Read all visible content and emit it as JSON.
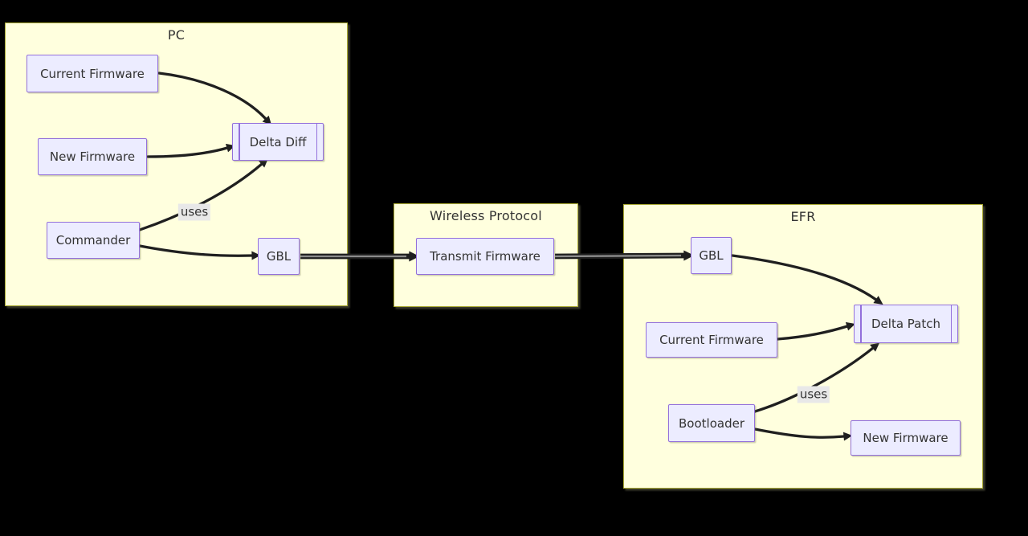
{
  "colors": {
    "background": "#000000",
    "container_fill": "#FFFFDE",
    "container_border": "#AAAA33",
    "node_fill": "#ECECFF",
    "node_border": "#9370DB",
    "edge": "#1F1F1F",
    "edge_core": "#8C8C8C",
    "label_bg": "#E8E8E8",
    "text": "#333333"
  },
  "containers": {
    "pc": {
      "title": "PC"
    },
    "wireless": {
      "title": "Wireless Protocol"
    },
    "efr": {
      "title": "EFR"
    }
  },
  "nodes": {
    "pc_current_firmware": {
      "label": "Current Firmware"
    },
    "pc_new_firmware": {
      "label": "New Firmware"
    },
    "pc_delta_diff": {
      "label": "Delta Diff"
    },
    "pc_commander": {
      "label": "Commander"
    },
    "pc_gbl": {
      "label": "GBL"
    },
    "wp_transmit_firmware": {
      "label": "Transmit Firmware"
    },
    "efr_gbl": {
      "label": "GBL"
    },
    "efr_delta_patch": {
      "label": "Delta Patch"
    },
    "efr_current_firmware": {
      "label": "Current Firmware"
    },
    "efr_bootloader": {
      "label": "Bootloader"
    },
    "efr_new_firmware": {
      "label": "New Firmware"
    }
  },
  "edge_labels": {
    "pc_uses": "uses",
    "efr_uses": "uses"
  }
}
